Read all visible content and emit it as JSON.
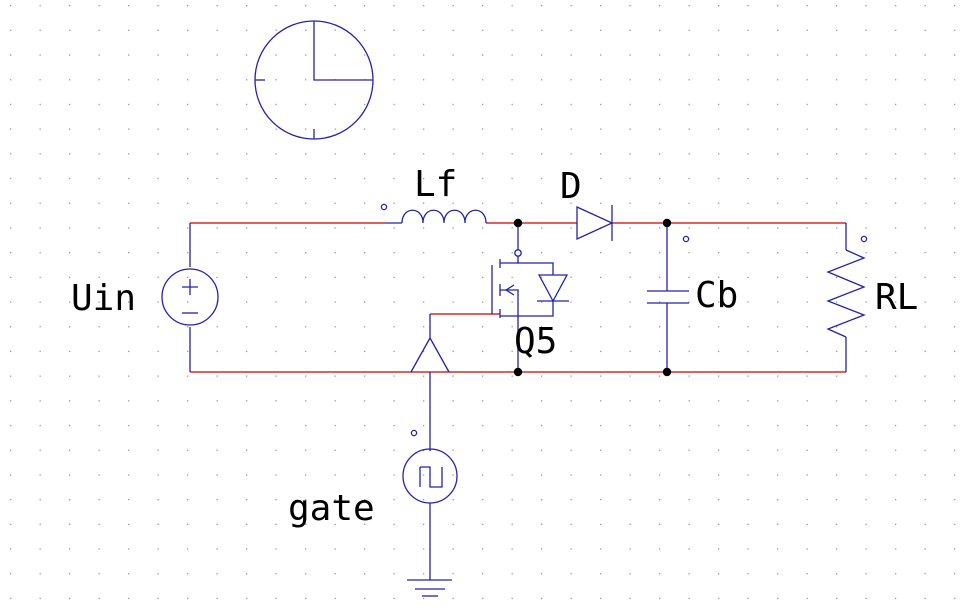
{
  "labels": {
    "inductor": "Lf",
    "diode": "D",
    "source": "Uin",
    "switch": "Q5",
    "capacitor": "Cb",
    "load": "RL",
    "gate_source": "gate"
  },
  "colors": {
    "background": "#ffffff",
    "grid_dot": "#9a9a9a",
    "wire": "#cc0000",
    "component": "#2323aa",
    "node": "#000000",
    "text": "#000000"
  }
}
